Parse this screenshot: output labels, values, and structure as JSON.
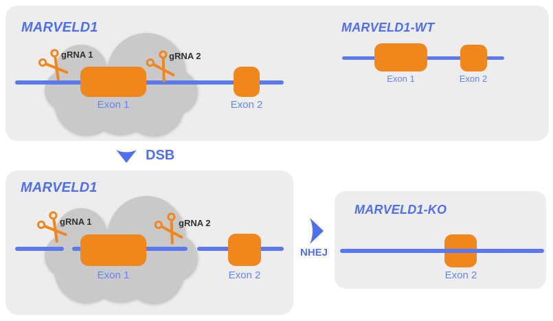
{
  "diagram": {
    "top_panel": {
      "gene": {
        "title": "MARVELD1",
        "grna1_label": "gRNA 1",
        "grna2_label": "gRNA 2",
        "exon1_label": "Exon 1",
        "exon2_label": "Exon 2"
      },
      "wt": {
        "title": "MARVELD1-WT",
        "exon1_label": "Exon 1",
        "exon2_label": "Exon 2"
      }
    },
    "dsb_label": "DSB",
    "cut_panel": {
      "title": "MARVELD1",
      "grna1_label": "gRNA 1",
      "grna2_label": "gRNA 2",
      "exon1_label": "Exon 1",
      "exon2_label": "Exon 2"
    },
    "nhej_label": "NHEJ",
    "ko_panel": {
      "title": "MARVELD1-KO",
      "exon2_label": "Exon 2"
    },
    "colors": {
      "panel_bg": "#ededed",
      "line_blue": "#5b78ee",
      "title_blue": "#4e6ff2",
      "label_blue": "#6384f6",
      "exon_orange": "#ef871d",
      "cloud_gray": "#c9c9c9",
      "grna_text": "#303030"
    }
  }
}
